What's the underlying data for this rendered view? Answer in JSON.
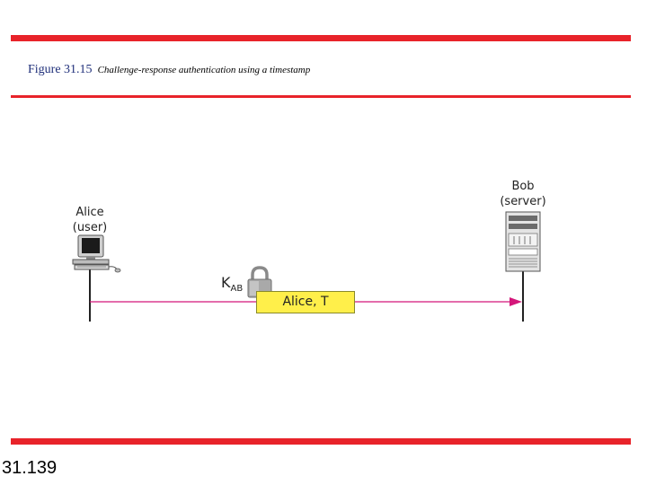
{
  "figure": {
    "number": "Figure 31.15",
    "title": "Challenge-response authentication using a timestamp"
  },
  "alice": {
    "name": "Alice",
    "role": "(user)",
    "icon": "computer-icon"
  },
  "bob": {
    "name": "Bob",
    "role": "(server)",
    "icon": "server-icon"
  },
  "message": {
    "key": "K",
    "key_subscript": "AB",
    "text": "Alice, T",
    "lock_icon": "lock-icon"
  },
  "page_number": "31.139",
  "colors": {
    "rule": "#e8232a",
    "arrow": "#d4167a",
    "message_fill": "#ffef4a"
  }
}
